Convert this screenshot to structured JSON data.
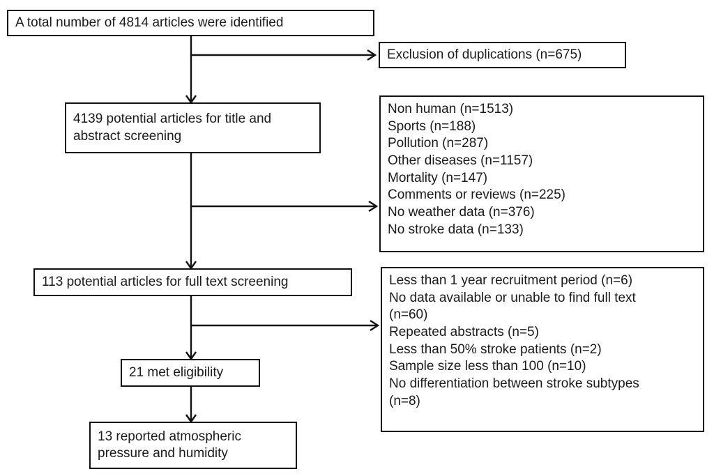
{
  "diagram": {
    "type": "prisma-flow-chart",
    "nodes": {
      "identified": {
        "label": "A total number of 4814 articles were identified",
        "count": 4814
      },
      "duplications": {
        "label": "Exclusion of duplications (n=675)",
        "count": 675
      },
      "title_abstract_screening": {
        "label": "4139 potential articles for title and\nabstract screening",
        "count": 4139
      },
      "screening_exclusions": {
        "label": "Non human (n=1513)\nSports (n=188)\nPollution (n=287)\nOther diseases (n=1157)\nMortality (n=147)\nComments or reviews (n=225)\nNo weather data (n=376)\nNo stroke data (n=133)",
        "items": [
          {
            "reason": "Non human",
            "n": 1513
          },
          {
            "reason": "Sports",
            "n": 188
          },
          {
            "reason": "Pollution",
            "n": 287
          },
          {
            "reason": "Other diseases",
            "n": 1157
          },
          {
            "reason": "Mortality",
            "n": 147
          },
          {
            "reason": "Comments or reviews",
            "n": 225
          },
          {
            "reason": "No weather data",
            "n": 376
          },
          {
            "reason": "No stroke data",
            "n": 133
          }
        ]
      },
      "full_text_screening": {
        "label": "113 potential articles for full text screening",
        "count": 113
      },
      "full_text_exclusions": {
        "label": "Less than 1 year recruitment period (n=6)\nNo data available or unable to find full text\n(n=60)\nRepeated abstracts (n=5)\nLess than 50% stroke patients (n=2)\nSample size less than 100 (n=10)\nNo differentiation between stroke subtypes\n(n=8)",
        "items": [
          {
            "reason": "Less than 1 year recruitment period",
            "n": 6
          },
          {
            "reason": "No data available or unable to find full text",
            "n": 60
          },
          {
            "reason": "Repeated abstracts",
            "n": 5
          },
          {
            "reason": "Less than 50% stroke patients",
            "n": 2
          },
          {
            "reason": "Sample size less than 100",
            "n": 10
          },
          {
            "reason": "No differentiation between stroke subtypes",
            "n": 8
          }
        ]
      },
      "eligibility": {
        "label": "21 met eligibility",
        "count": 21
      },
      "reported": {
        "label": "13 reported atmospheric\npressure and humidity",
        "count": 13
      }
    },
    "colors": {
      "border": "#111111",
      "background": "#ffffff",
      "text": "#1a1a1a"
    }
  }
}
